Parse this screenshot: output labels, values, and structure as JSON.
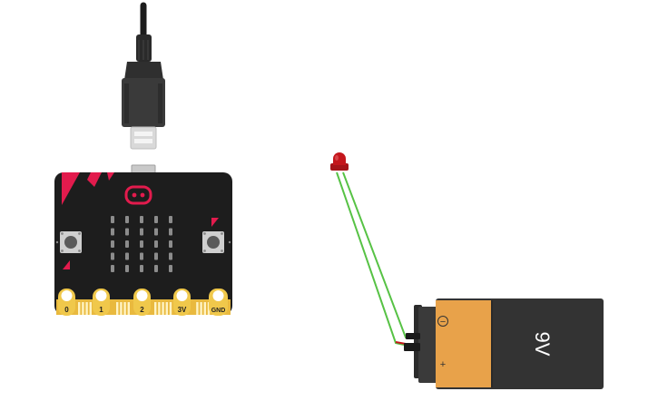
{
  "microbit": {
    "pins": [
      "0",
      "1",
      "2",
      "3V",
      "GND"
    ],
    "led_rows": 5,
    "led_cols": 5
  },
  "battery": {
    "label": "9V",
    "minus_symbol": "−",
    "plus_symbol": "+"
  },
  "colors": {
    "board": "#1d1d1d",
    "accent": "#e21b4d",
    "pin_gold": "#f0c84b",
    "battery_orange": "#e8a24a",
    "battery_dark": "#333333",
    "led_red": "#c4161c",
    "wire_green": "#57c245"
  }
}
